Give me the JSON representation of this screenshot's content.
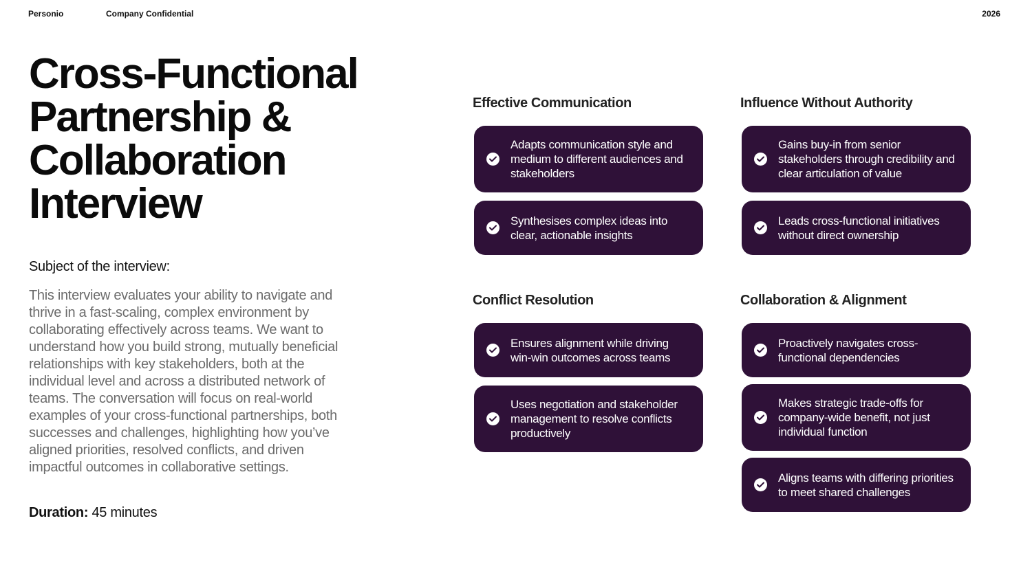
{
  "header": {
    "brand": "Personio",
    "confidentiality": "Company Confidential",
    "year": "2026"
  },
  "title_lines": [
    "Cross-Functional",
    "Partnership &",
    "Collaboration",
    "Interview"
  ],
  "subject": {
    "heading": "Subject of the interview:",
    "description": "This interview evaluates your ability to navigate and thrive in a fast-scaling, complex environment by collaborating effectively across teams. We want to understand how you build strong, mutually beneficial relationships with key stakeholders, both at the individual level and across a distributed network of teams. The conversation will focus on real-world examples of your cross-functional partnerships, both successes and challenges, highlighting how you’ve aligned priorities, resolved conflicts, and driven impactful outcomes in collaborative settings."
  },
  "duration": {
    "label": "Duration:",
    "value": "45 minutes"
  },
  "colors": {
    "card_bg": "#2f1138",
    "card_text": "#ffffff",
    "description_text": "#6b6b6b"
  },
  "icons": {
    "card_icon": "check-circle-icon"
  },
  "sections": [
    {
      "title": "Effective Communication",
      "items": [
        "Adapts communication style and medium to different audiences and stakeholders",
        "Synthesises complex ideas into clear, actionable insights"
      ]
    },
    {
      "title": "Influence Without Authority",
      "items": [
        "Gains buy-in from senior stakeholders through credibility and clear articulation of value",
        "Leads cross-functional initiatives without direct ownership"
      ]
    },
    {
      "title": "Conflict Resolution",
      "items": [
        "Ensures alignment while driving win-win outcomes across teams",
        "Uses negotiation and stakeholder management to resolve conflicts productively"
      ]
    },
    {
      "title": "Collaboration & Alignment",
      "items": [
        "Proactively navigates cross-functional dependencies",
        "Makes strategic trade-offs for company-wide benefit, not just individual function",
        "Aligns teams with differing priorities to meet shared challenges"
      ]
    }
  ]
}
